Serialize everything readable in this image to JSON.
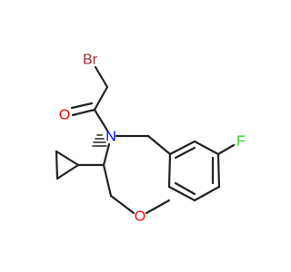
{
  "molecule": {
    "atoms": {
      "br": {
        "text": "Br",
        "color": "#a52a2a"
      },
      "o_carbonyl": {
        "text": "O",
        "color": "#ff0000"
      },
      "n_ring": {
        "text": "N",
        "color": "#0000ff"
      },
      "f": {
        "text": "F",
        "color": "#33cc33"
      },
      "o_ring": {
        "text": "O",
        "color": "#ff0000"
      }
    },
    "bond_color": "#222222"
  }
}
